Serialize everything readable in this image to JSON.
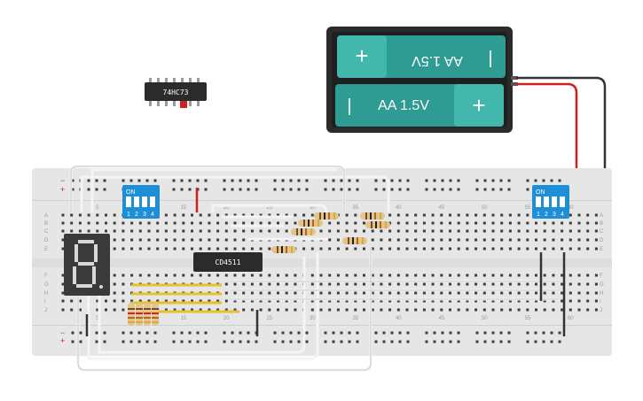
{
  "battery": {
    "cell_top_label": "AA 1.5V",
    "cell_bottom_label": "AA 1.5V",
    "plus": "+",
    "minus": "|"
  },
  "chips": {
    "flipflop": "74HC73",
    "decoder": "CD4511"
  },
  "dip_switch_left": {
    "on_label": "ON",
    "positions": [
      "1",
      "2",
      "3",
      "4"
    ]
  },
  "dip_switch_right": {
    "on_label": "ON",
    "positions": [
      "1",
      "2",
      "3",
      "4"
    ]
  },
  "breadboard": {
    "column_numbers": [
      "5",
      "10",
      "15",
      "20",
      "25",
      "30",
      "35",
      "40",
      "45",
      "50",
      "55",
      "60"
    ],
    "row_letters_top": [
      "A",
      "B",
      "C",
      "D",
      "E"
    ],
    "row_letters_bottom": [
      "F",
      "G",
      "H",
      "I",
      "J"
    ],
    "rail_plus": "+",
    "rail_minus": "−"
  },
  "colors": {
    "breadboard": "#e6e6e6",
    "teal": "#2f9c93",
    "holder": "#2b2b2b",
    "switch_blue": "#1e8fd6",
    "wire_red": "#d21f1f",
    "wire_black": "#333333",
    "wire_yellow": "#e5c22c",
    "display": "#3a3a3a"
  }
}
